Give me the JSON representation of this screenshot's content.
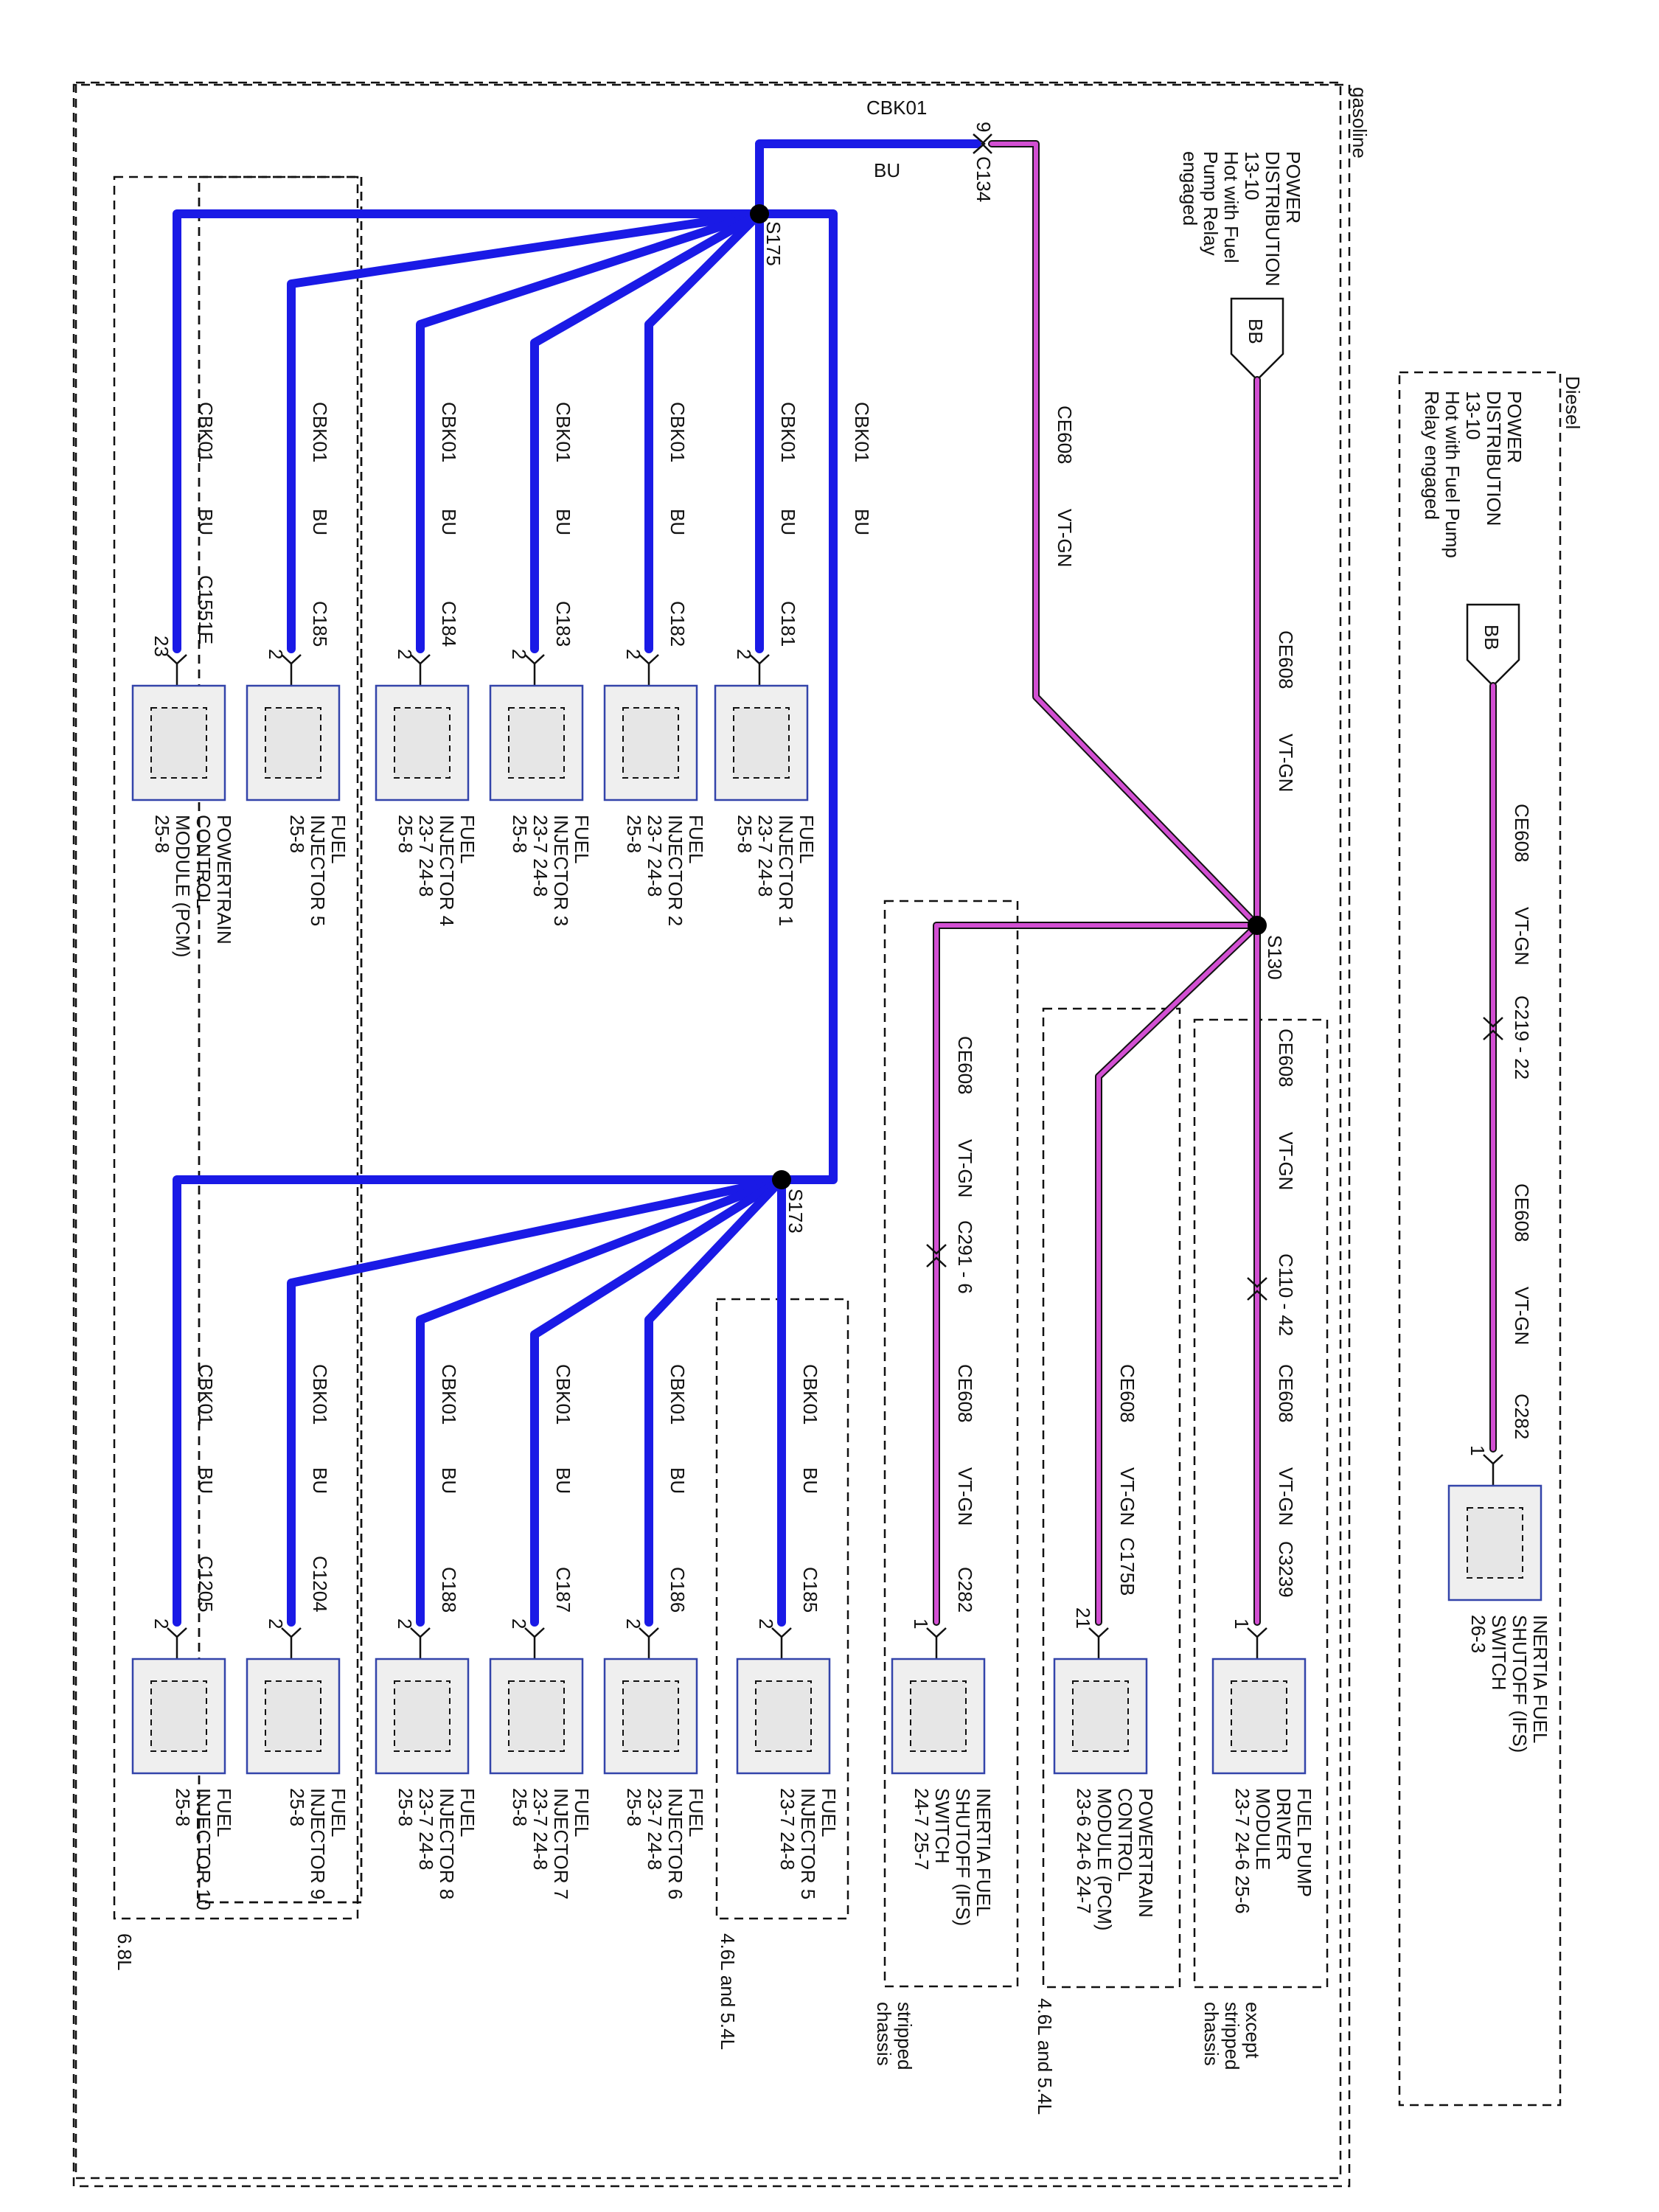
{
  "sections": {
    "gasoline": "gasoline",
    "diesel": "Diesel",
    "engine_68": "6.8L",
    "engine_46_54_a": "4.6L and 5.4L",
    "engine_46_54_b": "4.6L and 5.4L",
    "stripped": [
      "stripped",
      "chassis"
    ],
    "except_stripped": [
      "except",
      "stripped",
      "chassis"
    ]
  },
  "power": {
    "gasoline": [
      "POWER",
      "DISTRIBUTION",
      "13-10",
      "Hot with Fuel",
      "Pump Relay",
      "engaged"
    ],
    "diesel": [
      "POWER",
      "DISTRIBUTION",
      "13-10",
      "Hot with Fuel Pump",
      "Relay engaged"
    ]
  },
  "terminals": {
    "bb1": "BB",
    "bb2": "BB"
  },
  "splices": {
    "s175": "S175",
    "s173": "S173",
    "s130": "S130"
  },
  "wires": {
    "cbk01": "CBK01",
    "bu": "BU",
    "ce608": "CE608",
    "vtgn": "VT-GN"
  },
  "connectors": {
    "c134": "C134",
    "c134_pin": "9",
    "c181": "C181",
    "c182": "C182",
    "c183": "C183",
    "c184": "C184",
    "c185a": "C185",
    "c1551e": "C1551E",
    "c185b": "C185",
    "c186": "C186",
    "c187": "C187",
    "c188": "C188",
    "c1204": "C1204",
    "c1205": "C1205",
    "c282a": "C282",
    "c175b": "C175B",
    "c3239": "C3239",
    "c291": "C291 - 6",
    "c110": "C110 - 42",
    "c219": "C219 - 22",
    "c282b": "C282",
    "pin2": "2",
    "pin23": "23",
    "pin1": "1",
    "pin21": "21"
  },
  "components": {
    "inj1": [
      "FUEL",
      "INJECTOR 1",
      "23-7     24-8",
      "25-8"
    ],
    "inj2": [
      "FUEL",
      "INJECTOR 2",
      "23-7     24-8",
      "25-8"
    ],
    "inj3": [
      "FUEL",
      "INJECTOR 3",
      "23-7     24-8",
      "25-8"
    ],
    "inj4": [
      "FUEL",
      "INJECTOR 4",
      "23-7     24-8",
      "25-8"
    ],
    "inj5a": [
      "FUEL",
      "INJECTOR 5",
      "25-8"
    ],
    "pcm_a": [
      "POWERTRAIN",
      "CONTROL",
      "MODULE (PCM)",
      "25-8"
    ],
    "inj5b": [
      "FUEL",
      "INJECTOR 5",
      "23-7     24-8"
    ],
    "inj6": [
      "FUEL",
      "INJECTOR 6",
      "23-7     24-8",
      "25-8"
    ],
    "inj7": [
      "FUEL",
      "INJECTOR 7",
      "23-7     24-8",
      "25-8"
    ],
    "inj8": [
      "FUEL",
      "INJECTOR 8",
      "23-7     24-8",
      "25-8"
    ],
    "inj9": [
      "FUEL",
      "INJECTOR 9",
      "25-8"
    ],
    "inj10": [
      "FUEL",
      "INJECTOR 10",
      "25-8"
    ],
    "ifs_a": [
      "INERTIA FUEL",
      "SHUTOFF (IFS)",
      "SWITCH",
      "24-7     25-7"
    ],
    "pcm_b": [
      "POWERTRAIN",
      "CONTROL",
      "MODULE (PCM)",
      "23-6     24-6     24-7"
    ],
    "fpdm": [
      "FUEL PUMP",
      "DRIVER",
      "MODULE",
      "23-7     24-6     25-6"
    ],
    "ifs_b": [
      "INERTIA FUEL",
      "SHUTOFF (IFS)",
      "SWITCH",
      "26-3"
    ]
  }
}
